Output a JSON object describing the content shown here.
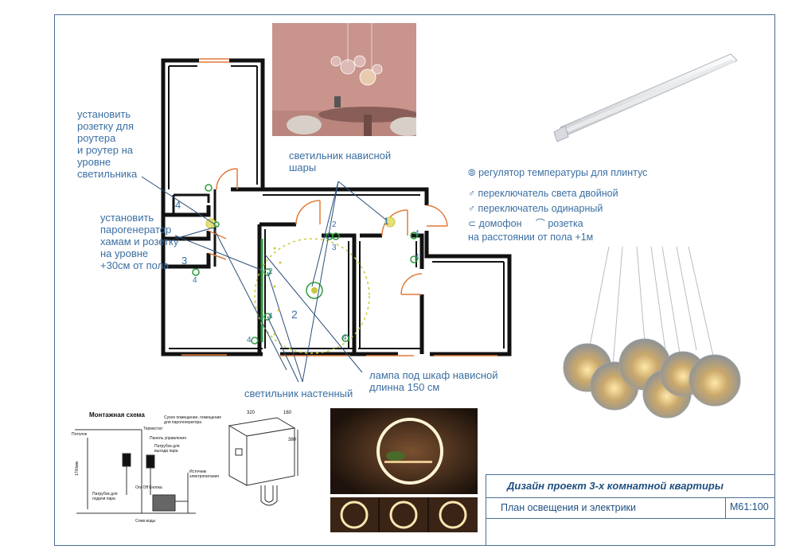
{
  "title_block": {
    "project": "Дизайн проект 3-х комнатной квартиры",
    "sheet": "План освещения и электрики",
    "code": "М61:100"
  },
  "annotations": {
    "router": [
      "установить",
      "розетку для",
      "роутера",
      "и роутер на",
      "уровне",
      "светильника"
    ],
    "steam": [
      "установить",
      "парогенератор",
      " хамам и розетку",
      "на уровне",
      " +30см от пола"
    ],
    "pendant": [
      "светильник нависной",
      "шары"
    ],
    "wall": "светильник настенный",
    "cabinet": [
      "лампа под шкаф нависной",
      " длинна 150 см"
    ]
  },
  "legend": {
    "items": [
      {
        "icon": "thermostat-icon",
        "label": "регулятор температуры для плинтус"
      },
      {
        "icon": "double-switch-icon",
        "label": "переключатель света двойной"
      },
      {
        "icon": "single-switch-icon",
        "label": "переключатель одинарный"
      },
      {
        "icon": "intercom-icon",
        "label": "домофон"
      },
      {
        "icon": "socket-icon",
        "label": "розетка"
      }
    ],
    "note": "на расстоянии от пола +1м"
  },
  "room_numbers": [
    "1",
    "2",
    "3",
    "4"
  ],
  "mount_scheme": {
    "title": "Монтажная схема",
    "labels": [
      "Потолок",
      "Термостат",
      "Панель управления",
      "Патрубок для выхода пара",
      "Патрубок для подачи пара",
      "On/ Off Кнопка",
      "Источник электропитания",
      "Слив воды",
      "Сухое помещение, помещение для парогенератора",
      "1700мм"
    ],
    "dims": [
      "320",
      "160",
      "380"
    ]
  },
  "colors": {
    "frame": "#4a6e96",
    "text": "#3b6fa3",
    "wall": "#111111",
    "door": "#e07a3a",
    "light": "#c8c83a",
    "switch": "#2e9a3e"
  }
}
